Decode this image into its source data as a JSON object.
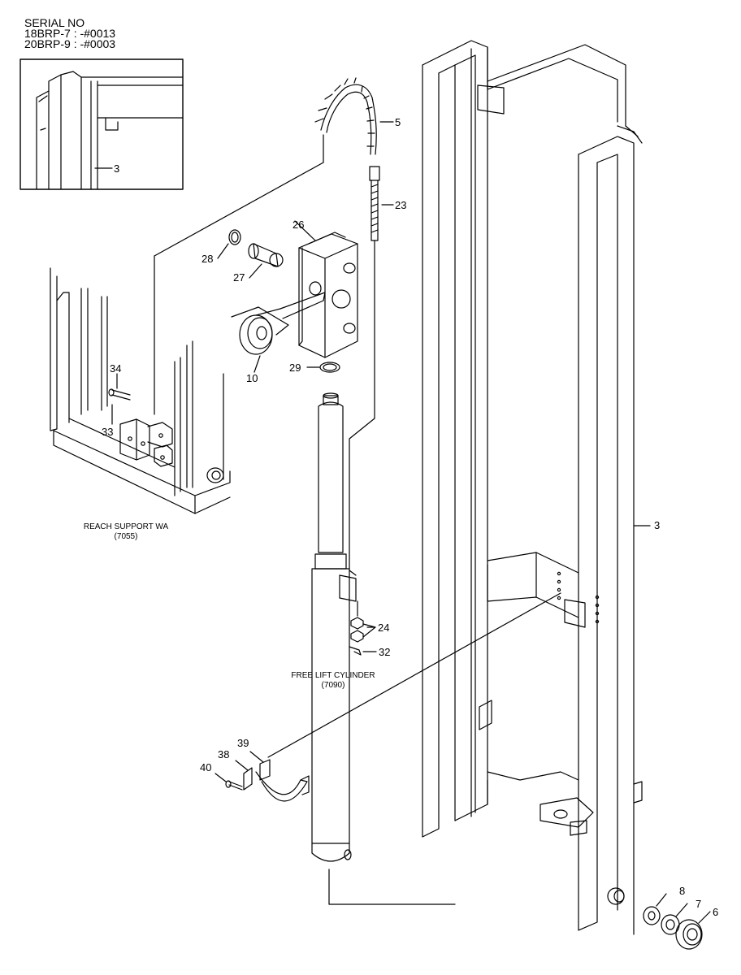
{
  "serial": {
    "heading": "SERIAL NO",
    "line1": "18BRP-7 : -#0013",
    "line2": "20BRP-9 : -#0003"
  },
  "captions": {
    "reach_support_name": "REACH SUPPORT WA",
    "reach_support_code": "(7055)",
    "free_lift_name": "FREE LIFT CYLINDER",
    "free_lift_code": "(7090)"
  },
  "callouts": {
    "inset_mast": "3",
    "chain": "5",
    "anchor_bolt": "23",
    "bracket": "26",
    "snap_ring_28": "28",
    "pin": "27",
    "sheave": "10",
    "snap_ring_29": "29",
    "bolt_34": "34",
    "bracket_33": "33",
    "mast": "3",
    "nut": "24",
    "cotter_pin": "32",
    "clamp_39": "39",
    "bracket_38": "38",
    "bolt_40": "40",
    "washer_8": "8",
    "washer_7": "7",
    "bearing": "6"
  }
}
